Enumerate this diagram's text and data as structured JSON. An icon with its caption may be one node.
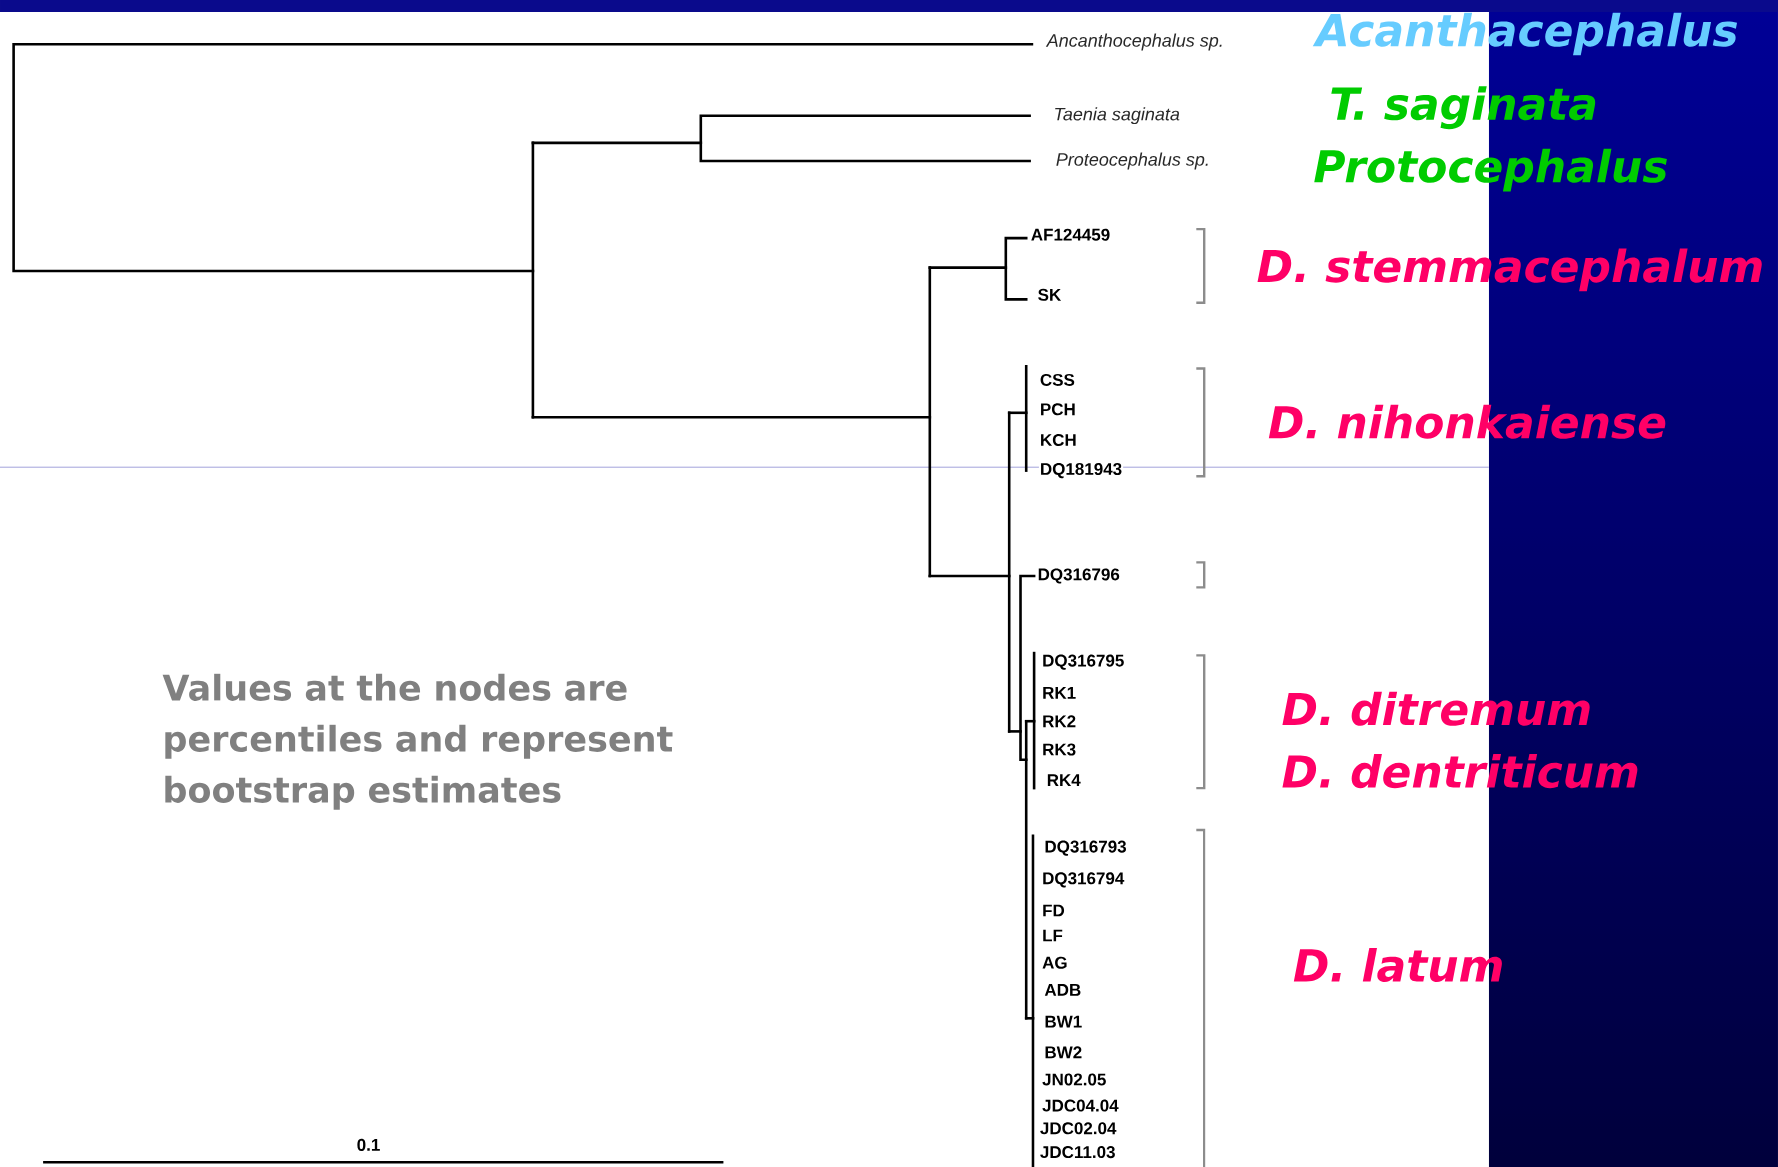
{
  "diagram": {
    "labels": [
      "Ancanthocephalus sp.",
      "Acanthacephalus",
      "Taenia saginata",
      "T. saginata",
      "Proteocephalus sp.",
      "Protocephalus",
      "AF124459",
      "D. stemmacephalum",
      "SK",
      "CSS",
      "PCH",
      "D. nihonkaiense",
      "KCH",
      "DQ181943",
      "DQ316796",
      "DQ316795",
      "Values at the nodes are percentiles and represent bootstrap estimates",
      "RK1",
      "D. ditremum",
      "RK2",
      "RK3",
      "D. dentriticum",
      "RK4",
      "DQ316793",
      "DQ316794",
      "FD",
      "LF",
      "AG",
      "D. latum",
      "ADB",
      "BW1",
      "BW2",
      "JN02.05",
      "JDC04.04",
      "JDC02.04",
      "0.1",
      "JDC11.03"
    ]
  }
}
